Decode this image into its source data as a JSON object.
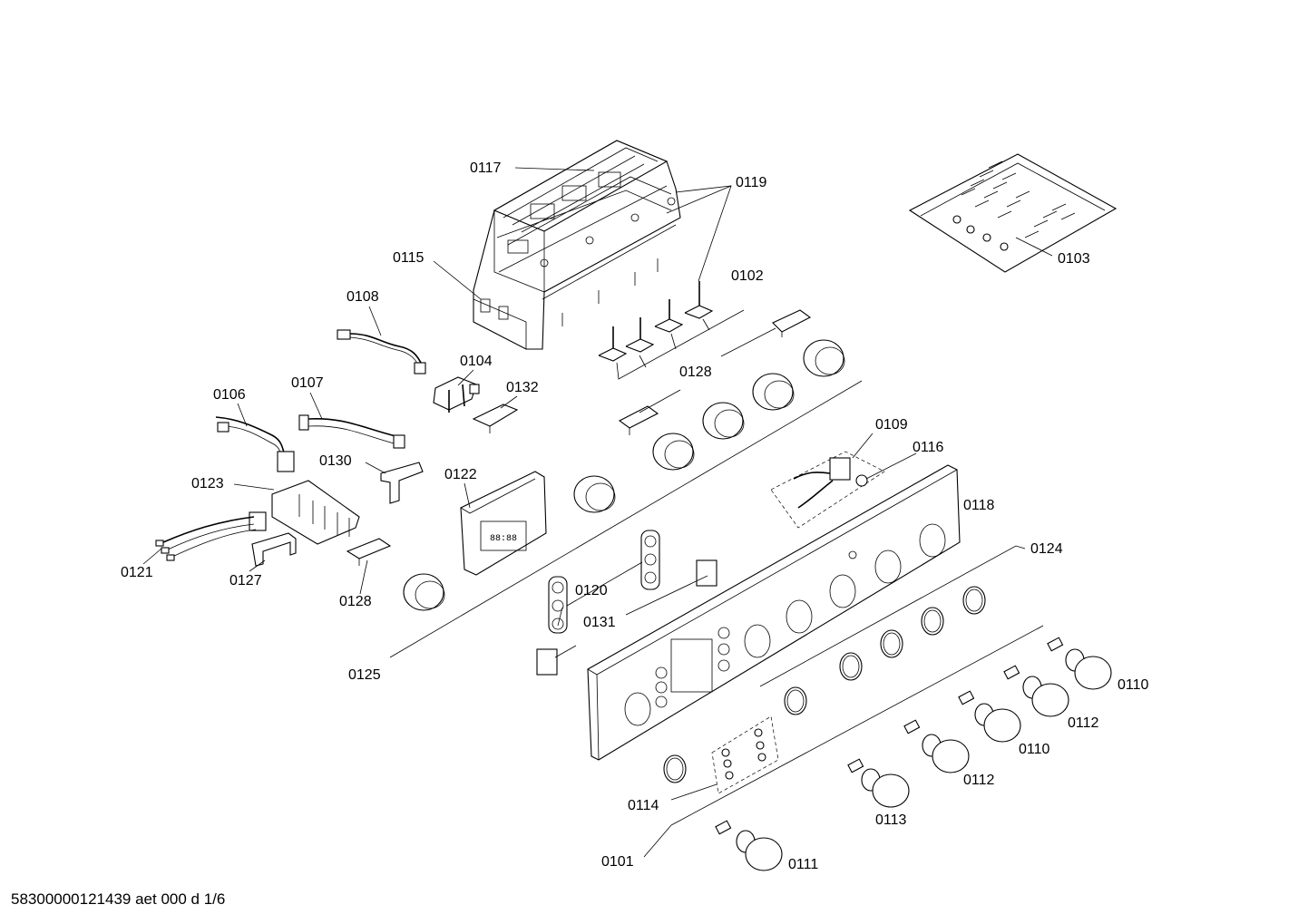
{
  "document_id": "58300000121439 aet 000 d 1/6",
  "labels": {
    "l0117": "0117",
    "l0119": "0119",
    "l0115": "0115",
    "l0102": "0102",
    "l0108": "0108",
    "l0104": "0104",
    "l0132": "0132",
    "l0128a": "0128",
    "l0106": "0106",
    "l0107": "0107",
    "l0130": "0130",
    "l0122": "0122",
    "l0123": "0123",
    "l0121": "0121",
    "l0127": "0127",
    "l0128b": "0128",
    "l0125": "0125",
    "l0120": "0120",
    "l0131": "0131",
    "l0109": "0109",
    "l0116": "0116",
    "l0118": "0118",
    "l0124": "0124",
    "l0103": "0103",
    "l0110a": "0110",
    "l0112a": "0112",
    "l0110b": "0110",
    "l0112b": "0112",
    "l0113": "0113",
    "l0111": "0111",
    "l0114": "0114",
    "l0101": "0101"
  }
}
